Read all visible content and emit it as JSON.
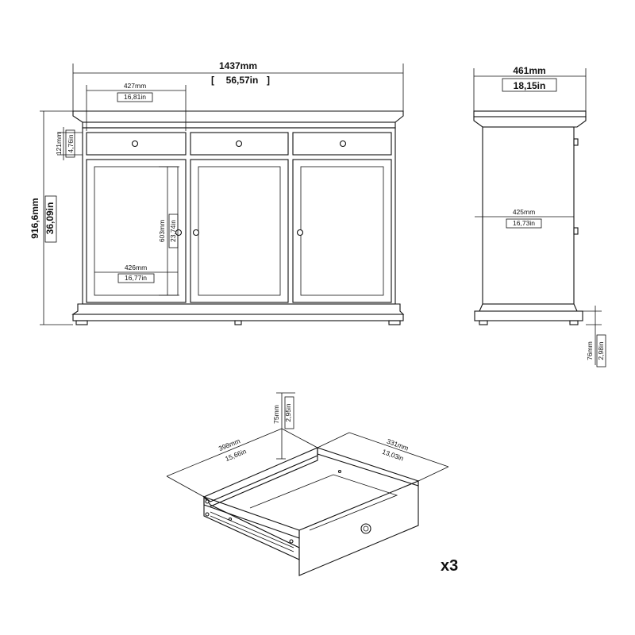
{
  "front": {
    "width_mm": "1437mm",
    "width_in": "56,57in",
    "height_mm": "916,6mm",
    "height_in": "36,09in",
    "door_width_mm": "427mm",
    "door_width_in": "16,81in",
    "drawer_height_mm": "121mm",
    "drawer_height_in": "4,76in",
    "inner_height_mm": "603mm",
    "inner_height_in": "23,74in",
    "inner_width_mm": "426mm",
    "inner_width_in": "16,77in"
  },
  "side": {
    "depth_mm": "461mm",
    "depth_in": "18,15in",
    "inner_depth_mm": "425mm",
    "inner_depth_in": "16,73in",
    "leg_height_mm": "76mm",
    "leg_height_in": "2,98in"
  },
  "drawer": {
    "width_mm": "398mm",
    "width_in": "15,66in",
    "depth_mm": "331mm",
    "depth_in": "13,03in",
    "height_mm": "75mm",
    "height_in": "2,95in",
    "quantity": "x3"
  }
}
